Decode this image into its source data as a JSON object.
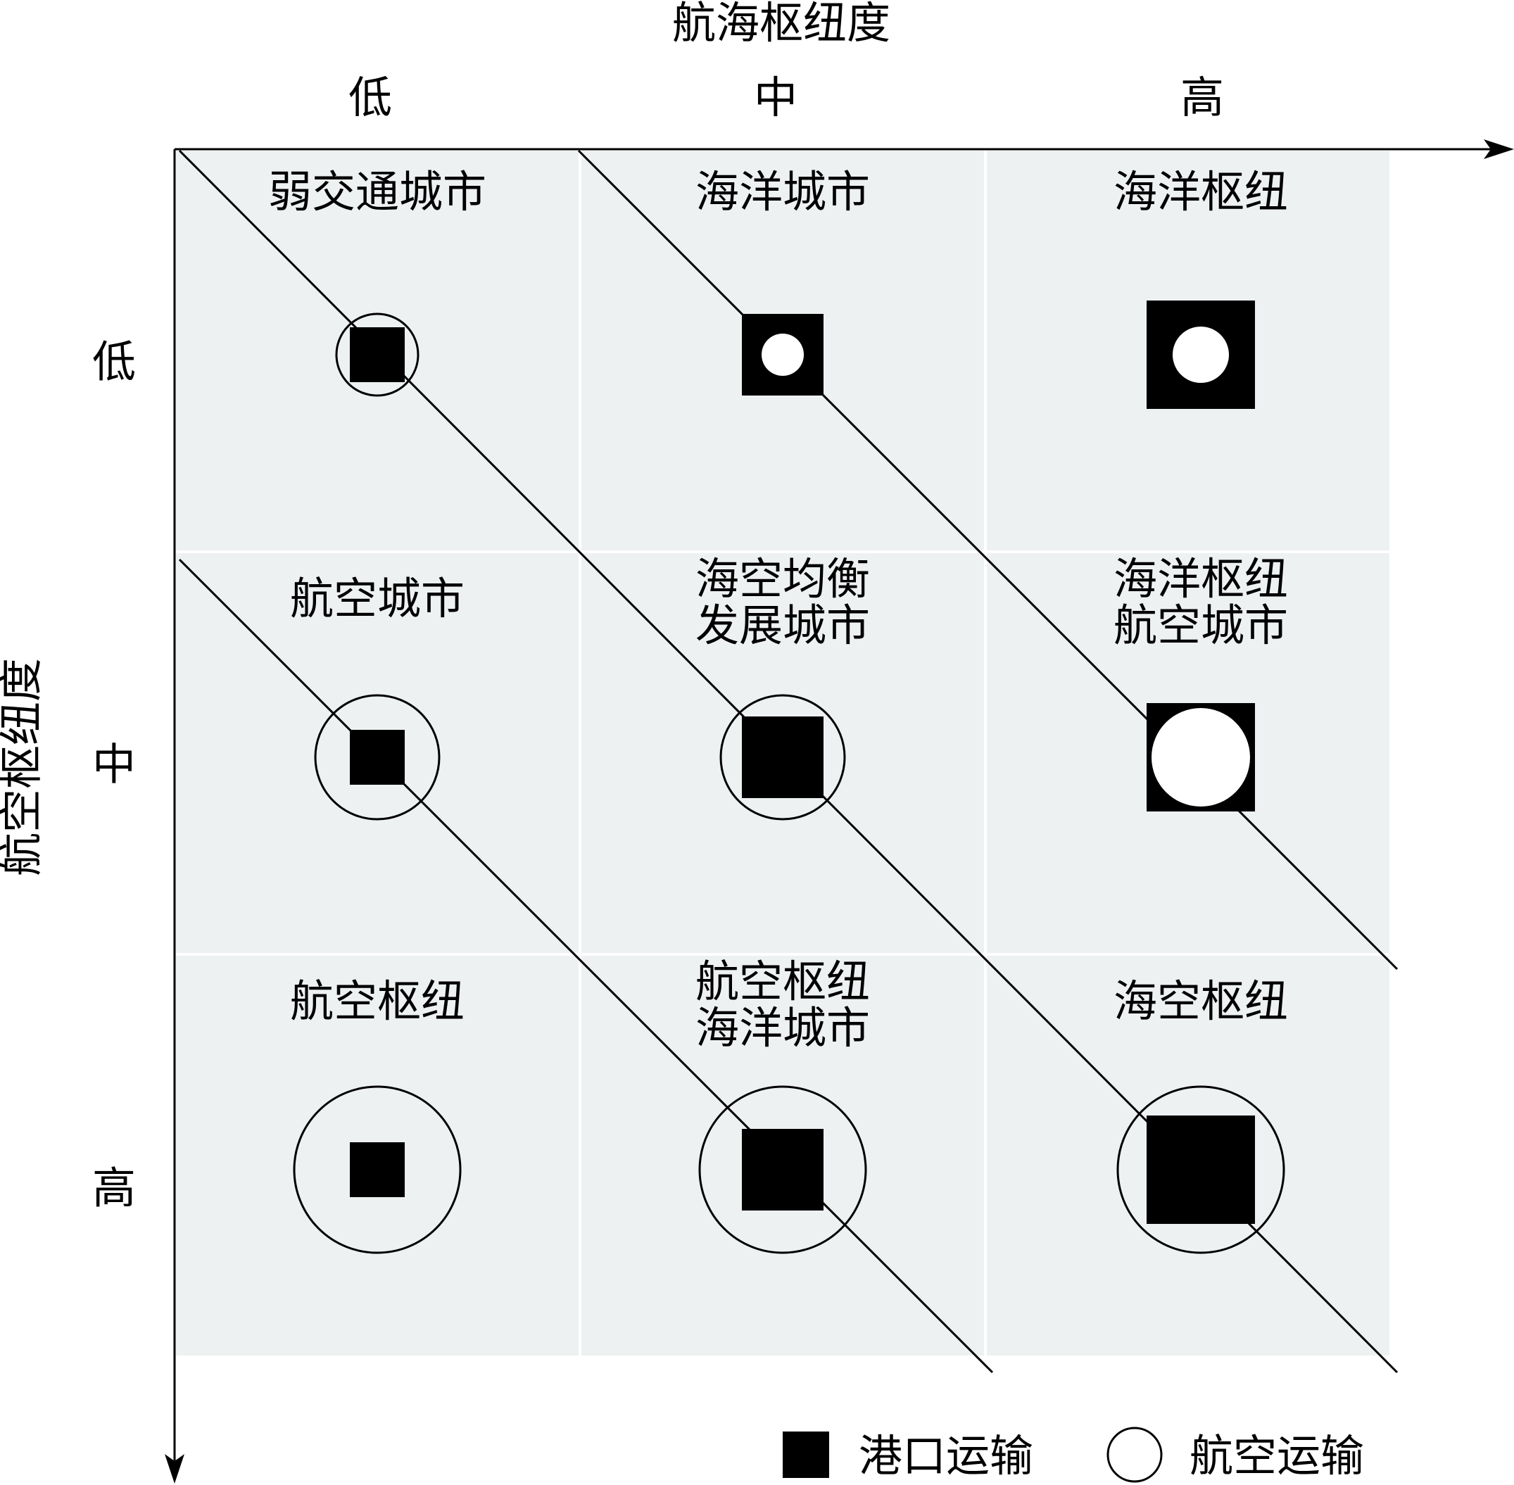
{
  "x_axis": {
    "title": "航海枢纽度",
    "levels": [
      "低",
      "中",
      "高"
    ]
  },
  "y_axis": {
    "title": "航空枢纽度",
    "levels": [
      "低",
      "中",
      "高"
    ]
  },
  "colors": {
    "cell_fill": "#eef1f2",
    "ink": "#000000",
    "background": "#ffffff"
  },
  "cells": [
    {
      "row": 0,
      "col": 0,
      "lines": [
        "弱交通城市"
      ],
      "port_level": 1,
      "air_level": 1,
      "air_on_top": false
    },
    {
      "row": 0,
      "col": 1,
      "lines": [
        "海洋城市"
      ],
      "port_level": 2,
      "air_level": 1,
      "air_on_top": true
    },
    {
      "row": 0,
      "col": 2,
      "lines": [
        "海洋枢纽"
      ],
      "port_level": 3,
      "air_level": 1,
      "air_on_top": true
    },
    {
      "row": 1,
      "col": 0,
      "lines": [
        "航空城市"
      ],
      "port_level": 1,
      "air_level": 2,
      "air_on_top": false
    },
    {
      "row": 1,
      "col": 1,
      "lines": [
        "海空均衡",
        "发展城市"
      ],
      "port_level": 2,
      "air_level": 2,
      "air_on_top": false
    },
    {
      "row": 1,
      "col": 2,
      "lines": [
        "海洋枢纽",
        "航空城市"
      ],
      "port_level": 3,
      "air_level": 2,
      "air_on_top": true
    },
    {
      "row": 2,
      "col": 0,
      "lines": [
        "航空枢纽"
      ],
      "port_level": 1,
      "air_level": 3,
      "air_on_top": false
    },
    {
      "row": 2,
      "col": 1,
      "lines": [
        "航空枢纽",
        "海洋城市"
      ],
      "port_level": 2,
      "air_level": 3,
      "air_on_top": false
    },
    {
      "row": 2,
      "col": 2,
      "lines": [
        "海空枢纽"
      ],
      "port_level": 3,
      "air_level": 3,
      "air_on_top": false
    }
  ],
  "legend": {
    "port_label": "港口运输",
    "air_label": "航空运输"
  }
}
